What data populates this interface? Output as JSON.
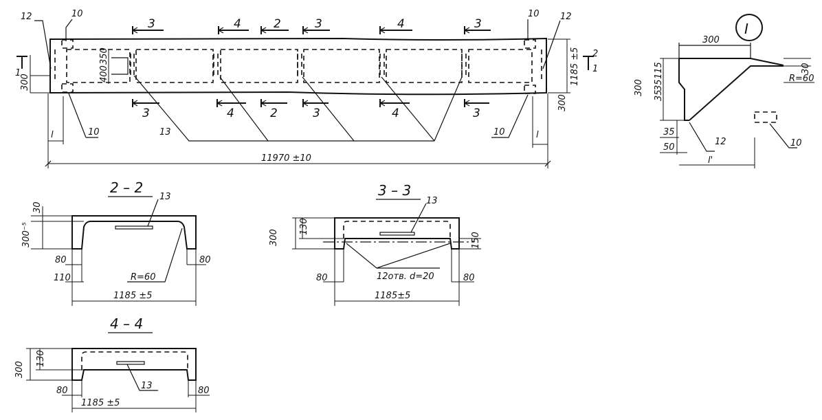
{
  "plan": {
    "overall_dim": "11970 ±10",
    "width_dim": "1185 ±5",
    "edge_dim_left": "300",
    "edge_dim_right": "300",
    "left_tick": "1",
    "right_tick": "1",
    "right_tick2": "2",
    "notch_dim_a": "400",
    "notch_dim_b": "350",
    "l_label": "l",
    "callout_10": "10",
    "callout_12": "12",
    "callout_13": "13",
    "section_marks_top": [
      "3",
      "4",
      "2",
      "3",
      "4",
      "3"
    ],
    "section_marks_bottom": [
      "3",
      "4",
      "2",
      "3",
      "4",
      "3"
    ]
  },
  "detail": {
    "title": "I",
    "dim_top": "300",
    "dim_30": "30",
    "dim_115": "115",
    "dim_35a": "35",
    "dim_35b": "35",
    "dim_height": "300",
    "dim_35c": "35",
    "dim_50": "50",
    "radius": "R=60",
    "label_12": "12",
    "label_10": "10",
    "l_label": "l'"
  },
  "sec22": {
    "title": "2 – 2",
    "dim_30": "30",
    "dim_height": "300⁻⁵",
    "dim_80_left": "80",
    "dim_80_right": "80",
    "dim_110": "110",
    "radius": "R=60",
    "width": "1185 ±5",
    "label_13": "13"
  },
  "sec33": {
    "title": "3 – 3",
    "dim_130": "130",
    "dim_300": "300",
    "dim_150": "150",
    "holes": "12отв. d=20",
    "dim_80_left": "80",
    "dim_80_right": "80",
    "width": "1185±5",
    "label_13": "13"
  },
  "sec44": {
    "title": "4 – 4",
    "dim_300": "300",
    "dim_130": "130",
    "dim_80_left": "80",
    "dim_80_right": "80",
    "width": "1185 ±5",
    "label_13": "13"
  }
}
